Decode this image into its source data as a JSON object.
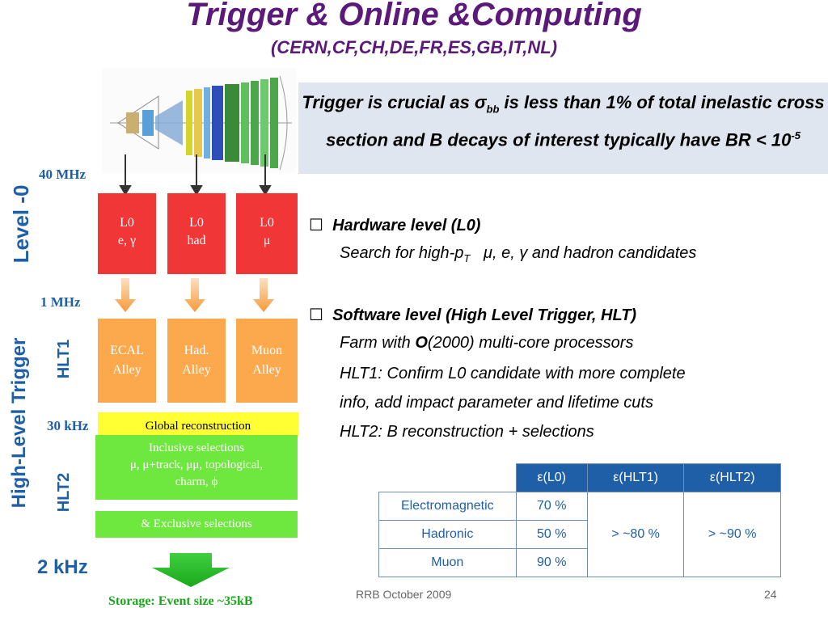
{
  "title": "Trigger & Online &Computing",
  "subtitle": "(CERN,CF,CH,DE,FR,ES,GB,IT,NL)",
  "callout": {
    "pre": "Trigger is crucial as σ",
    "sub": "bb",
    "mid": " is less than 1% of total inelastic cross section and B decays of interest typically have BR < 10",
    "sup": "-5"
  },
  "side_labels": {
    "level0": "Level -0",
    "hlt": "High-Level Trigger",
    "hlt1": "HLT1",
    "hlt2": "HLT2"
  },
  "rates": {
    "r40": "40 MHz",
    "r1": "1 MHz",
    "r30": "30 kHz",
    "r2": "2 kHz"
  },
  "l0_boxes": [
    {
      "line1": "L0",
      "line2": "e, γ"
    },
    {
      "line1": "L0",
      "line2": "had"
    },
    {
      "line1": "L0",
      "line2": "μ"
    }
  ],
  "alleys": [
    {
      "line1": "ECAL",
      "line2": "Alley"
    },
    {
      "line1": "Had.",
      "line2": "Alley"
    },
    {
      "line1": "Muon",
      "line2": "Alley"
    }
  ],
  "global_reco": "Global reconstruction",
  "inclusive": {
    "line1": "Inclusive selections",
    "line2": "μ, μ+track, μμ, topological,",
    "line3": "charm, ϕ"
  },
  "exclusive": "&  Exclusive selections",
  "storage": "Storage: Event size ~35kB",
  "bullets": {
    "hw_marker": "☐",
    "hw_title": "Hardware level (L0)",
    "hw_desc_pre": "Search for high-p",
    "hw_desc_sub": "T",
    "hw_desc_post": "   μ, e, γ and hadron candidates",
    "sw_marker": "☐",
    "sw_title": "Software level (High Level Trigger, HLT)",
    "sw_line1_pre": "Farm with ",
    "sw_line1_o": "O",
    "sw_line1_post": "(2000) multi-core processors",
    "sw_line2": "HLT1: Confirm L0 candidate with more complete",
    "sw_line3": "info, add impact parameter and lifetime cuts",
    "sw_line4": "HLT2: B reconstruction + selections"
  },
  "table": {
    "headers": [
      "",
      "ε(L0)",
      "ε(HLT1)",
      "ε(HLT2)"
    ],
    "rows": [
      {
        "label": "Electromagnetic",
        "l0": "70 %"
      },
      {
        "label": "Hadronic",
        "l0": "50 %"
      },
      {
        "label": "Muon",
        "l0": "90 %"
      }
    ],
    "hlt1_merged": "> ~80 %",
    "hlt2_merged": "> ~90 %"
  },
  "footer": {
    "left": "RRB October 2009",
    "page": "24"
  },
  "colors": {
    "title": "#5b1a7a",
    "accent_blue": "#1f5fa8",
    "l0_red": "#f03636",
    "alley_orange": "#fca94e",
    "hlt2_green": "#6ee83e",
    "global_yellow": "#ffff33",
    "callout_bg": "#dfe6ef"
  }
}
